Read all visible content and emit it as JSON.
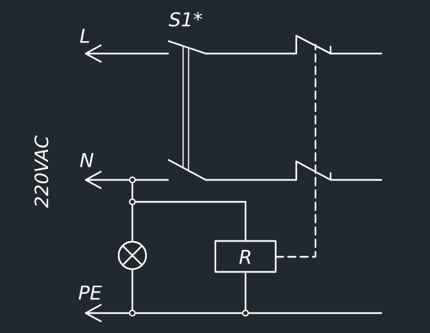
{
  "labels": {
    "line": "L",
    "neutral": "N",
    "earth": "PE",
    "switch": "S1*",
    "voltage": "220VAC",
    "relay": "R"
  },
  "colors": {
    "background": "#212830",
    "stroke": "#ffffff"
  },
  "icons": {
    "lamp": "lamp-cross-circle-icon",
    "junction": "junction-dot-icon",
    "arrow": "arrow-left-icon"
  }
}
